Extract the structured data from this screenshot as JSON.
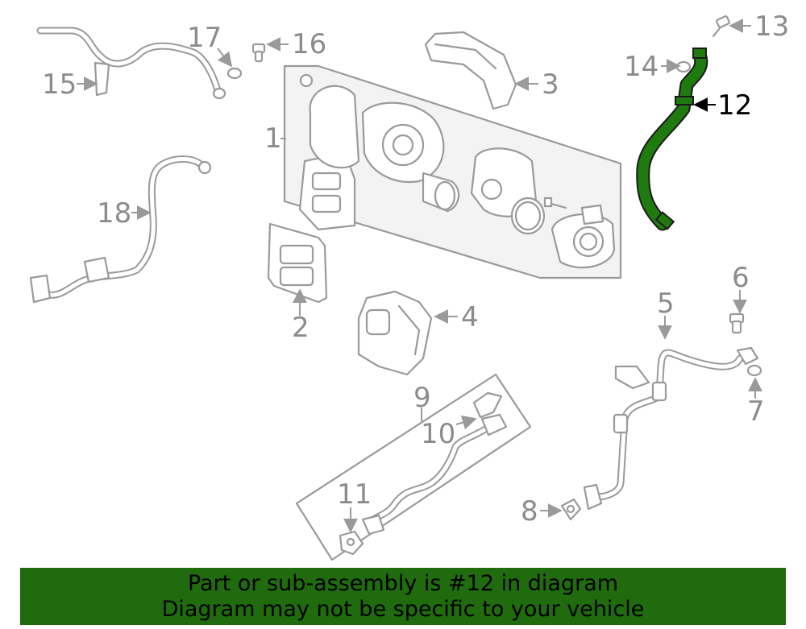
{
  "callouts": {
    "c1": "1",
    "c2": "2",
    "c3": "3",
    "c4": "4",
    "c5": "5",
    "c6": "6",
    "c7": "7",
    "c8": "8",
    "c9": "9",
    "c10": "10",
    "c11": "11",
    "c12": "12",
    "c13": "13",
    "c14": "14",
    "c15": "15",
    "c16": "16",
    "c17": "17",
    "c18": "18"
  },
  "highlight": {
    "part_number": "12",
    "color": "#1f7a10"
  },
  "banner": {
    "line1": "Part or sub-assembly is #12 in diagram",
    "line2": "Diagram may not be specific to your vehicle",
    "background": "#1f6b0d"
  }
}
